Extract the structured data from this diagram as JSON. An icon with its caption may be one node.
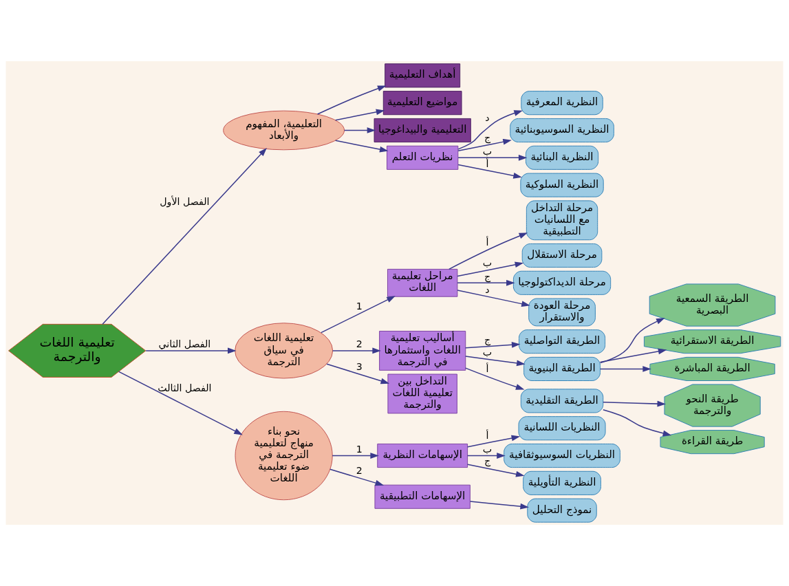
{
  "diagram": {
    "nodes": [
      {
        "text": [
          "تعليمية اللغات والترجمة"
        ]
      },
      {
        "text": [
          "التعليمية، المفهوم والأبعاد"
        ]
      },
      {
        "text": [
          "أهداف التعليمية"
        ]
      },
      {
        "text": [
          "مواضيع التعليمية"
        ]
      },
      {
        "text": [
          "التعليمية والبيداغوجيا"
        ]
      },
      {
        "text": [
          "نظريات التعلم"
        ]
      },
      {
        "text": [
          "النظرية المعرفية"
        ]
      },
      {
        "text": [
          "النظرية السوسيوبنائية"
        ]
      },
      {
        "text": [
          "النظرية البنائية"
        ]
      },
      {
        "text": [
          "النظرية السلوكية"
        ]
      },
      {
        "text": [
          "تعليمية اللغات في سياق الترجمة"
        ]
      },
      {
        "text": [
          "مراحل تعليمية اللغات"
        ]
      },
      {
        "text": [
          "مرحلة التداخل مع اللسانيات التطبيقية"
        ]
      },
      {
        "text": [
          "مرحلة الاستقلال"
        ]
      },
      {
        "text": [
          "مرحلة الديداكتولوجيا"
        ]
      },
      {
        "text": [
          "مرحلة العودة والاستقرار"
        ]
      },
      {
        "text": [
          "أساليب تعليمية اللغات واستثمارها في الترجمة"
        ]
      },
      {
        "text": [
          "التداخل بين تعليمية اللغات والترجمة"
        ]
      },
      {
        "text": [
          "الطريقة التواصلية"
        ]
      },
      {
        "text": [
          "الطريقة البنيوية"
        ]
      },
      {
        "text": [
          "الطريقة التقليدية"
        ]
      },
      {
        "text": [
          "الطريقة السمعية البصرية"
        ]
      },
      {
        "text": [
          "الطريقة الاستقرائية"
        ]
      },
      {
        "text": [
          "الطريقة المباشرة"
        ]
      },
      {
        "text": [
          "طريقة النحو والترجمة"
        ]
      },
      {
        "text": [
          "طريقة القراءة"
        ]
      },
      {
        "text": [
          "نحو بناء منهاج لتعليمية الترجمة في ضوء تعليمية اللغات"
        ]
      },
      {
        "text": [
          "الإسهامات النظرية"
        ]
      },
      {
        "text": [
          "الإسهامات التطبيقية"
        ]
      },
      {
        "text": [
          "نموذج التحليل"
        ]
      },
      {
        "text": [
          "النظريات اللسانية"
        ]
      },
      {
        "text": [
          "النظريات السوسيوثقافية"
        ]
      },
      {
        "text": [
          "النظرية التأويلية"
        ]
      }
    ],
    "edges": [
      {
        "from": 0,
        "to": 1,
        "arrow": "to",
        "label": "الفصل الأول"
      },
      {
        "from": 1,
        "to": 2,
        "arrow": "to"
      },
      {
        "from": 1,
        "to": 3,
        "arrow": "to"
      },
      {
        "from": 1,
        "to": 4,
        "arrow": "to"
      },
      {
        "from": 1,
        "to": 5,
        "arrow": "to"
      },
      {
        "from": 5,
        "to": 6,
        "arrow": "to",
        "label": "د"
      },
      {
        "from": 5,
        "to": 7,
        "arrow": "to",
        "label": "ج"
      },
      {
        "from": 5,
        "to": 8,
        "arrow": "to",
        "label": "ب"
      },
      {
        "from": 5,
        "to": 9,
        "arrow": "to",
        "label": "أ"
      },
      {
        "from": 0,
        "to": 10,
        "arrow": "to",
        "label": "الفصل الثاني"
      },
      {
        "from": 10,
        "to": 11,
        "arrow": "to",
        "label": "1"
      },
      {
        "from": 11,
        "to": 12,
        "arrow": "to",
        "label": "أ"
      },
      {
        "from": 11,
        "to": 13,
        "arrow": "to",
        "label": "ب"
      },
      {
        "from": 11,
        "to": 14,
        "arrow": "to",
        "label": "ج"
      },
      {
        "from": 11,
        "to": 15,
        "arrow": "to",
        "label": "د"
      },
      {
        "from": 10,
        "to": 16,
        "arrow": "to",
        "label": "2"
      },
      {
        "from": 10,
        "to": 17,
        "arrow": "to",
        "label": "3"
      },
      {
        "from": 16,
        "to": 18,
        "arrow": "to",
        "label": "ج"
      },
      {
        "from": 16,
        "to": 19,
        "arrow": "to",
        "label": "ب"
      },
      {
        "from": 16,
        "to": 20,
        "arrow": "to",
        "label": "أ"
      },
      {
        "from": 19,
        "to": 21,
        "arrow": "to"
      },
      {
        "from": 19,
        "to": 22,
        "arrow": "to"
      },
      {
        "from": 19,
        "to": 23,
        "arrow": "to"
      },
      {
        "from": 20,
        "to": 24,
        "arrow": "to"
      },
      {
        "from": 20,
        "to": 25,
        "arrow": "to"
      },
      {
        "from": 0,
        "to": 26,
        "arrow": "to",
        "label": "الفصل الثالث"
      },
      {
        "from": 26,
        "to": 27,
        "arrow": "to",
        "label": "1"
      },
      {
        "from": 26,
        "to": 28,
        "arrow": "to",
        "label": "2"
      },
      {
        "from": 28,
        "to": 29,
        "arrow": "to"
      },
      {
        "from": 27,
        "to": 30,
        "arrow": "to",
        "label": "أ"
      },
      {
        "from": 27,
        "to": 31,
        "arrow": "to",
        "label": "ب"
      },
      {
        "from": 27,
        "to": 32,
        "arrow": "to",
        "label": "ج"
      }
    ]
  }
}
